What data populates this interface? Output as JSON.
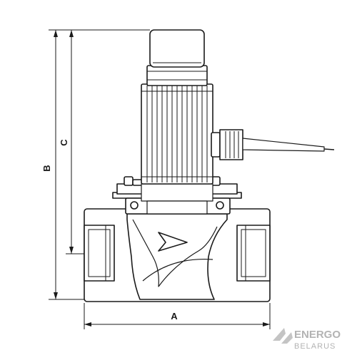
{
  "diagram": {
    "dimensions": {
      "a": "A",
      "b": "B",
      "c": "C"
    }
  },
  "logo": {
    "word1": "ENERGO",
    "word2": "BELARUS"
  },
  "colors": {
    "line": "#1a1a1a",
    "fill": "#ffffff",
    "logo": "#b3b3b3"
  }
}
